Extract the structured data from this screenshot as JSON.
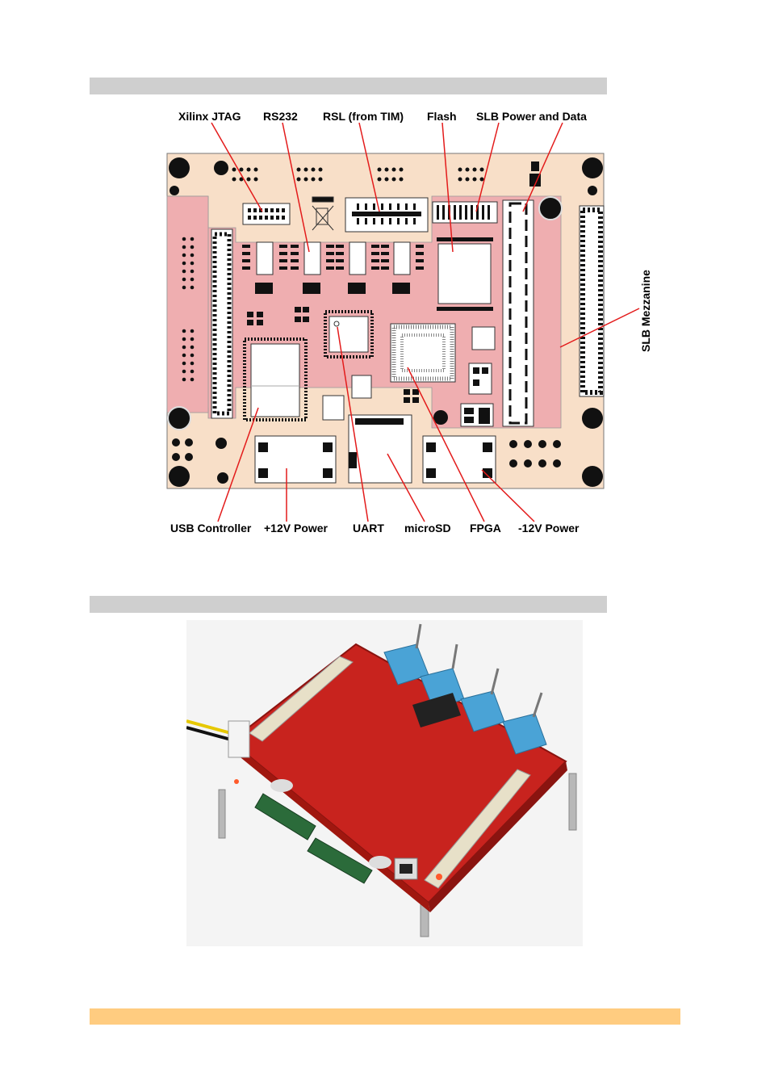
{
  "colors": {
    "header_bar": "#cfcfcf",
    "footer_bar": "#ffcc80",
    "board_beige": "#f8dfc8",
    "board_pink": "#efaeb0",
    "leader_line": "#e31b1b",
    "pcb_red": "#c8231e",
    "connector_blue": "#4aa3d6"
  },
  "diagram": {
    "top_labels": [
      "Xilinx JTAG",
      "RS232",
      "RSL (from TIM)",
      "Flash",
      "SLB Power and Data"
    ],
    "bottom_labels": [
      "USB Controller",
      "+12V Power",
      "UART",
      "microSD",
      "FPGA",
      "-12V Power"
    ],
    "side_label": "SLB Mezzanine"
  },
  "photo": {
    "subject": "board-photo"
  }
}
